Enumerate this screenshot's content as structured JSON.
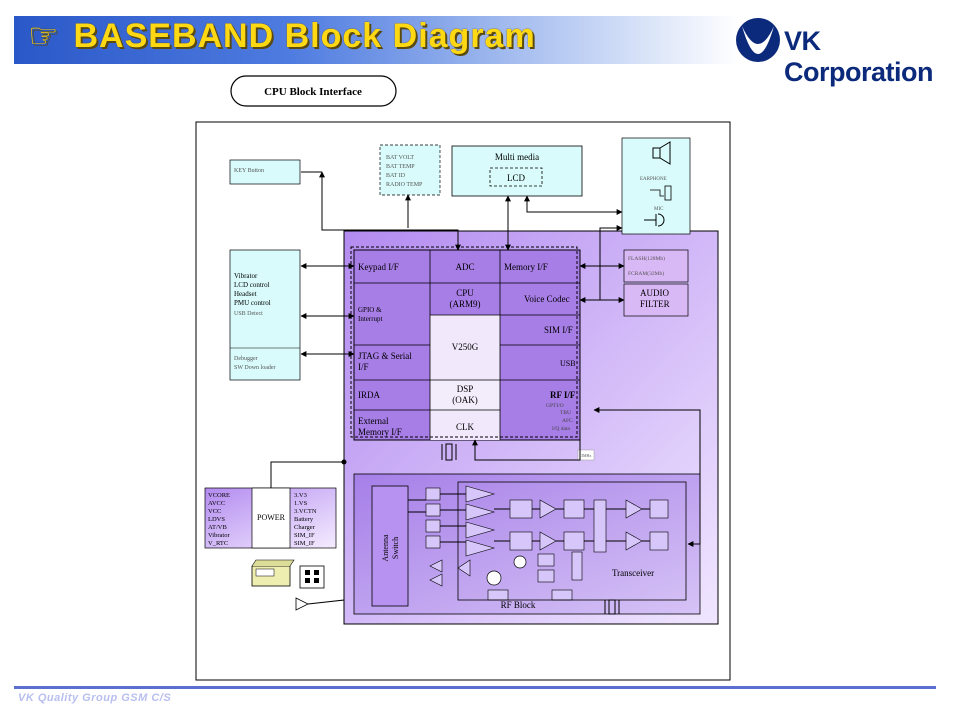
{
  "header": {
    "icon": "hand-pointing-icon",
    "title": "BASEBAND Block Diagram",
    "logo_text": "VK Corporation"
  },
  "footer": {
    "text": "VK Quality Group GSM C/S"
  },
  "diagram": {
    "cpu_interface": "CPU Block Interface",
    "key_button": "KEY Button",
    "bat_lines": [
      "BAT VOLT",
      "BAT TEMP",
      "BAT ID",
      "RADIO TEMP"
    ],
    "multimedia": "Multi media",
    "lcd": "LCD",
    "earphone": "EARPHONE",
    "mic": "MIC",
    "left_control": [
      "Vibrator",
      "LCD control",
      "Headset",
      "PMU control"
    ],
    "usb_detect": "USB Detect",
    "debugger": [
      "Debugger",
      "SW Down loader"
    ],
    "flash": "FLASH(128Mb)",
    "fcram": "FCRAM(32Mb)",
    "audio_filter": [
      "AUDIO",
      "FILTER"
    ],
    "keypad_if": "Keypad I/F",
    "adc": "ADC",
    "memory_if": "Memory I/F",
    "gpio": [
      "GPIO &",
      "Interrupt"
    ],
    "cpu": [
      "CPU",
      "(ARM9)"
    ],
    "voice_codec": "Voice Codec",
    "sim_if": "SIM I/F",
    "v250g": "V250G",
    "jtag": [
      "JTAG & Serial",
      "I/F"
    ],
    "usb": "USB",
    "irda": "IRDA",
    "dsp": [
      "DSP",
      "(OAK)"
    ],
    "rf_if": "RF I/F",
    "rf_if_sub": [
      "GPTI/O",
      "TBU",
      "AFC",
      "I/Q data"
    ],
    "ext_memory": [
      "External",
      "Memory I/F"
    ],
    "clk": "CLK",
    "clock_label": "13MHz",
    "power_left": [
      "VCORE",
      "AVCC",
      "VCC",
      "LDVS",
      "AT/VB",
      "Vibrator",
      "V_RTC"
    ],
    "power": "POWER",
    "power_right": [
      "3.V3",
      "1.VS",
      "3.VCTN",
      "Battery",
      "Charger",
      "SIM_IF",
      "SIM_IF"
    ],
    "antenna_switch": [
      "Antenna",
      "Switch"
    ],
    "transceiver": "Transceiver",
    "rf_block": "RF Block"
  }
}
